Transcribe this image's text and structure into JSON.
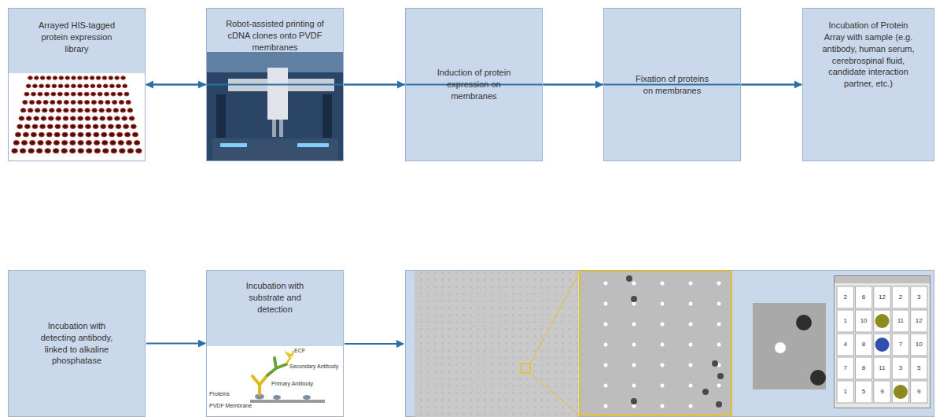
{
  "diagram": {
    "nodes": [
      {
        "text": [
          "Arrayed HIS-tagged protein expression library"
        ]
      },
      {
        "text": [
          "Robot-assisted printing of cDNA clones onto PVDF membranes"
        ]
      },
      {
        "text": [
          "Induction of protein expression on membranes"
        ]
      },
      {
        "text": [
          "Fixation of proteins on membranes"
        ]
      },
      {
        "text": [
          "Incubation of Protein Array with sample (e.g. antibody, human serum, cerebrospinal fluid, candidate interaction partner, etc.)"
        ]
      },
      {
        "text": [
          "Incubation with detecting antibody, linked to alkaline phosphatase"
        ]
      },
      {
        "text": [
          "Incubation with substrate and detection"
        ]
      }
    ],
    "edges": [
      {
        "from": 0,
        "to": 1,
        "arrow": "to"
      },
      {
        "from": 1,
        "to": 2,
        "arrow": "to"
      },
      {
        "from": 2,
        "to": 3,
        "arrow": "to"
      },
      {
        "from": 3,
        "to": 4,
        "arrow": "to"
      },
      {
        "from": 4,
        "to": 5,
        "arrow": "to"
      },
      {
        "from": 5,
        "to": 6,
        "arrow": "to"
      }
    ],
    "labels": [
      "ECF",
      "Secondary Antibody",
      "Primary Antibody",
      "Proteins",
      "PVDF Membrane",
      "2",
      "6",
      "12",
      "2",
      "3",
      "1",
      "10",
      "11",
      "12",
      "4",
      "8",
      "7",
      "10",
      "7",
      "8",
      "11",
      "3",
      "5",
      "1",
      "5",
      "9",
      "9"
    ]
  }
}
